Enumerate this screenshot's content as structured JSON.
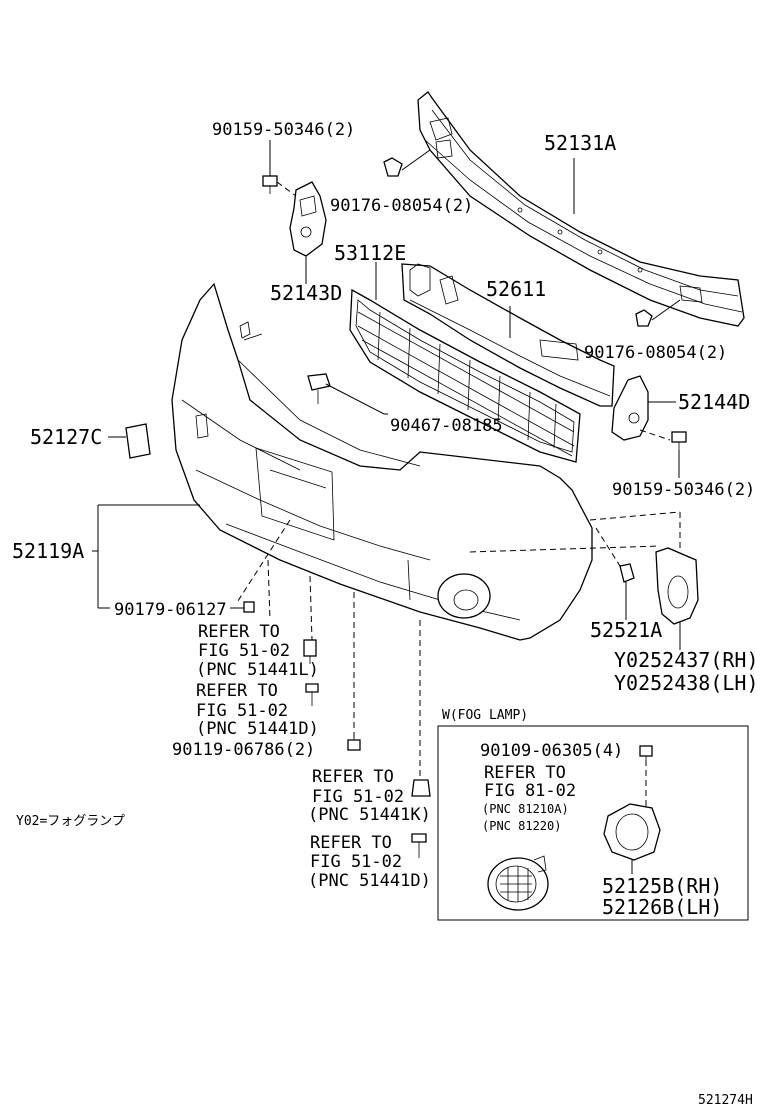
{
  "labels": {
    "p90159_top": "90159-50346(2)",
    "p52131A": "52131A",
    "p90176_top": "90176-08054(2)",
    "p53112E": "53112E",
    "p52143D": "52143D",
    "p52611": "52611",
    "p90176_right": "90176-08054(2)",
    "p52144D": "52144D",
    "p90467": "90467-08185",
    "p52127C": "52127C",
    "p90159_right": "90159-50346(2)",
    "p52119A": "52119A",
    "p90179": "90179-06127",
    "p52521A": "52521A",
    "ref1_line1": "REFER TO",
    "ref1_line2": "FIG 51-02",
    "ref1_line3": "(PNC 51441L)",
    "ref2_line1": "REFER TO",
    "ref2_line2": "FIG 51-02",
    "ref2_line3": "(PNC 51441D)",
    "pY0252437": "Y0252437(RH)",
    "pY0252438": "Y0252438(LH)",
    "p90119": "90119-06786(2)",
    "ref3_line1": "REFER TO",
    "ref3_line2": "FIG 51-02",
    "ref3_line3": "(PNC 51441K)",
    "ref4_line1": "REFER TO",
    "ref4_line2": "FIG 51-02",
    "ref4_line3": "(PNC 51441D)",
    "y02_note": "Y02=フォグランプ",
    "fog_box_title": "W(FOG LAMP)",
    "p90109": "90109-06305(4)",
    "ref5_line1": "REFER TO",
    "ref5_line2": "FIG 81-02",
    "ref5_pnc1": "(PNC 81210A)",
    "ref5_pnc2": "(PNC 81220)",
    "p52125B": "52125B(RH)",
    "p52126B": "52126B(LH)",
    "diagram_id": "521274H"
  }
}
